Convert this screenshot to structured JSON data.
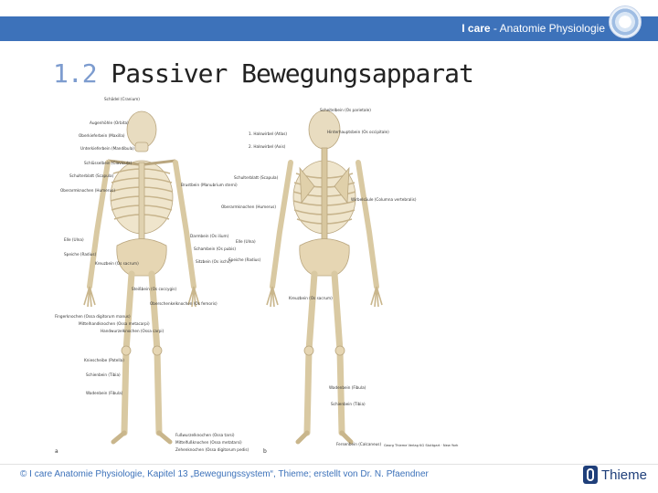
{
  "header": {
    "brand_main": "I care",
    "brand_sub": " - Anatomie Physiologie"
  },
  "slide": {
    "title_number": "1.2",
    "title_text": " Passiver Bewegungsapparat"
  },
  "figure": {
    "panel_a": "a",
    "panel_b": "b",
    "labels_front": [
      "Schädel (Cranium)",
      "Augenhöhle (Orbita)",
      "Oberkieferbein (Maxilla)",
      "Unterkieferbein (Mandibula)",
      "Schlüsselbein (Clavicula)",
      "Schulterblatt (Scapula)",
      "Oberarmknochen (Humerus)",
      "Brustbein (Manubrium sterni)",
      "Elle (Ulna)",
      "Speiche (Radius)",
      "Darmbein (Os ilium)",
      "Schambein (Os pubis)",
      "Sitzbein (Os ischii)",
      "Kreuzbein (Os sacrum)",
      "Steißbein (Os coccygis)",
      "Oberschenkelknochen (Os femoris)",
      "Fingerknochen (Ossa digitorum manus)",
      "Mittelhandknochen (Ossa metacarpi)",
      "Handwurzelknochen (Ossa carpi)",
      "Kniescheibe (Patella)",
      "Schienbein (Tibia)",
      "Wadenbein (Fibula)",
      "Fußwurzelknochen (Ossa tarsi)",
      "Mittelfußknochen (Ossa metatarsi)",
      "Zehenknochen (Ossa digitorum pedis)"
    ],
    "labels_back": [
      "Scheitelbein (Os parietale)",
      "1. Halswirbel (Atlas)",
      "2. Halswirbel (Axis)",
      "Hinterhauptsbein (Os occipitale)",
      "Schulterblatt (Scapula)",
      "Oberarmknochen (Humerus)",
      "Wirbelsäule (Columna vertebralis)",
      "Elle (Ulna)",
      "Speiche (Radius)",
      "Kreuzbein (Os sacrum)",
      "Wadenbein (Fibula)",
      "Schienbein (Tibia)",
      "Fersenbein (Calcaneus)"
    ],
    "credit": "Georg Thieme Verlag KG Stuttgart · New York"
  },
  "footer": {
    "text": "© I care Anatomie Physiologie, Kapitel 13 „Bewegungssystem“, Thieme; erstellt von Dr. N. Pfaendner",
    "publisher": "Thieme"
  }
}
